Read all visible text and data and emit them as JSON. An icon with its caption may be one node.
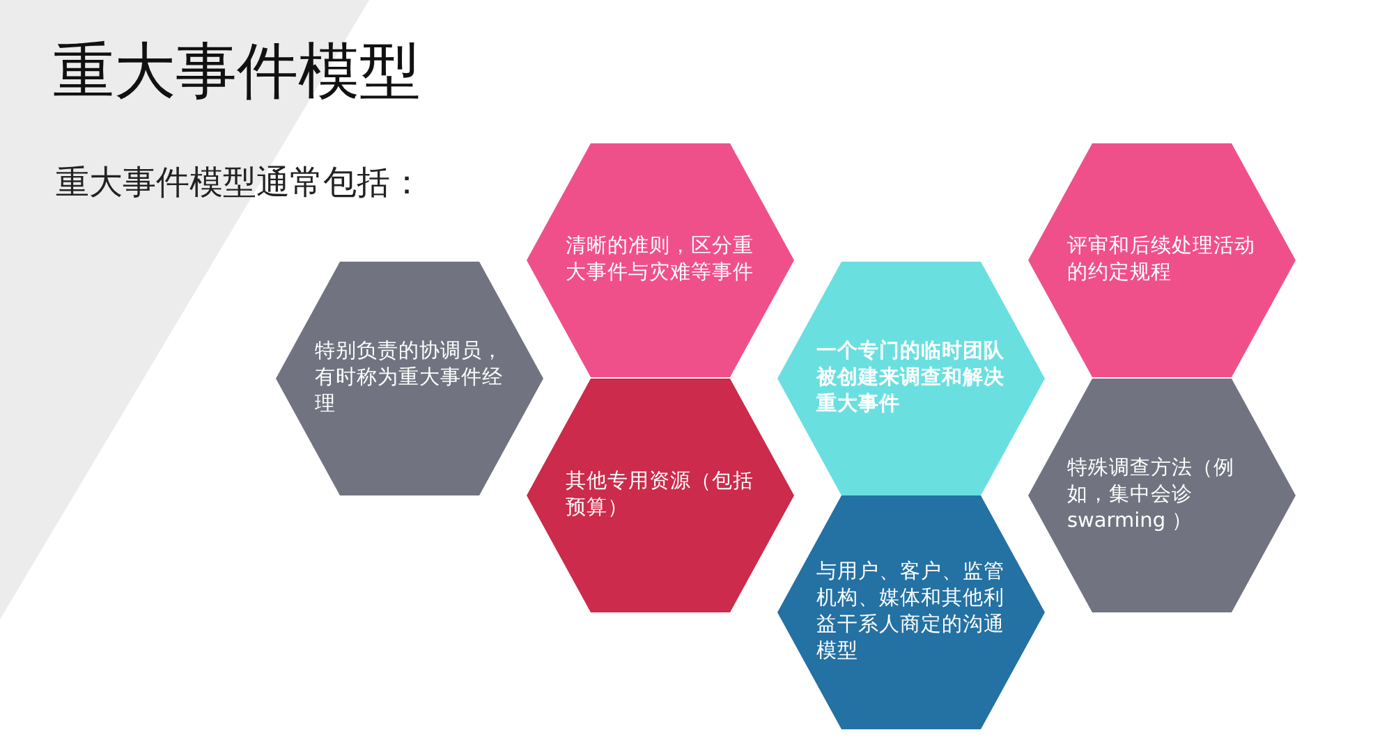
{
  "diagram": {
    "title": "重大事件模型",
    "nodes": [
      {
        "text": [
          "清晰的准则，区分重大事件与灾难等事件"
        ]
      },
      {
        "text": [
          "评审和后续处理活动的约定规程"
        ]
      },
      {
        "text": [
          "特别负责的协调员，有时称为重大事件经理"
        ]
      },
      {
        "text": [
          "一个专门的临时团队被创建来调查和解决重大事件"
        ]
      },
      {
        "text": [
          "其他专用资源（包括预算）"
        ]
      },
      {
        "text": [
          "特殊调查方法（例如，集中会诊swarming ）"
        ]
      },
      {
        "text": [
          "与用户、客户、监管机构、媒体和其他利益干系人商定的沟通模型"
        ]
      }
    ],
    "edges": [],
    "labels": [
      "重大事件模型通常包括："
    ]
  }
}
